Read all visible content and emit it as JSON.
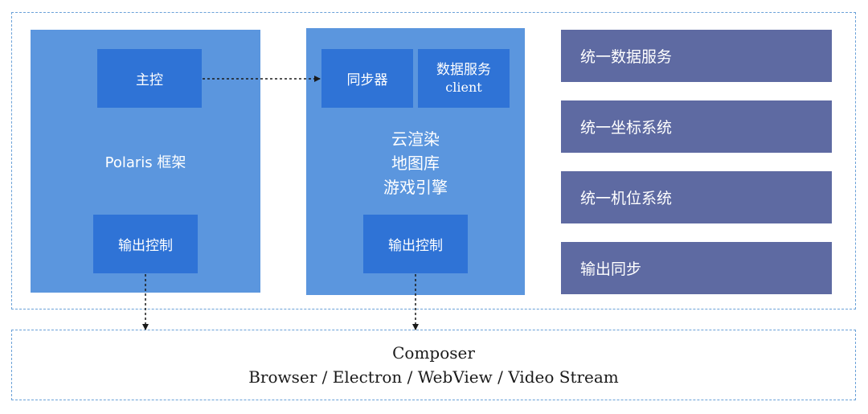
{
  "left_panel": {
    "master_label": "主控",
    "title": "Polaris 框架",
    "output_label": "输出控制"
  },
  "middle_panel": {
    "sync_label": "同步器",
    "data_client_line1": "数据服务",
    "data_client_line2": "client",
    "engines": [
      "云渲染",
      "地图库",
      "游戏引擎"
    ],
    "output_label": "输出控制"
  },
  "right_services": [
    "统一数据服务",
    "统一坐标系统",
    "统一机位系统",
    "输出同步"
  ],
  "composer": {
    "title": "Composer",
    "targets": "Browser / Electron / WebView / Video Stream"
  },
  "colors": {
    "light_blue": "#5b96de",
    "dark_blue": "#2f73d6",
    "purple": "#5e6aa2",
    "dashed_border": "#6aa1d8"
  }
}
